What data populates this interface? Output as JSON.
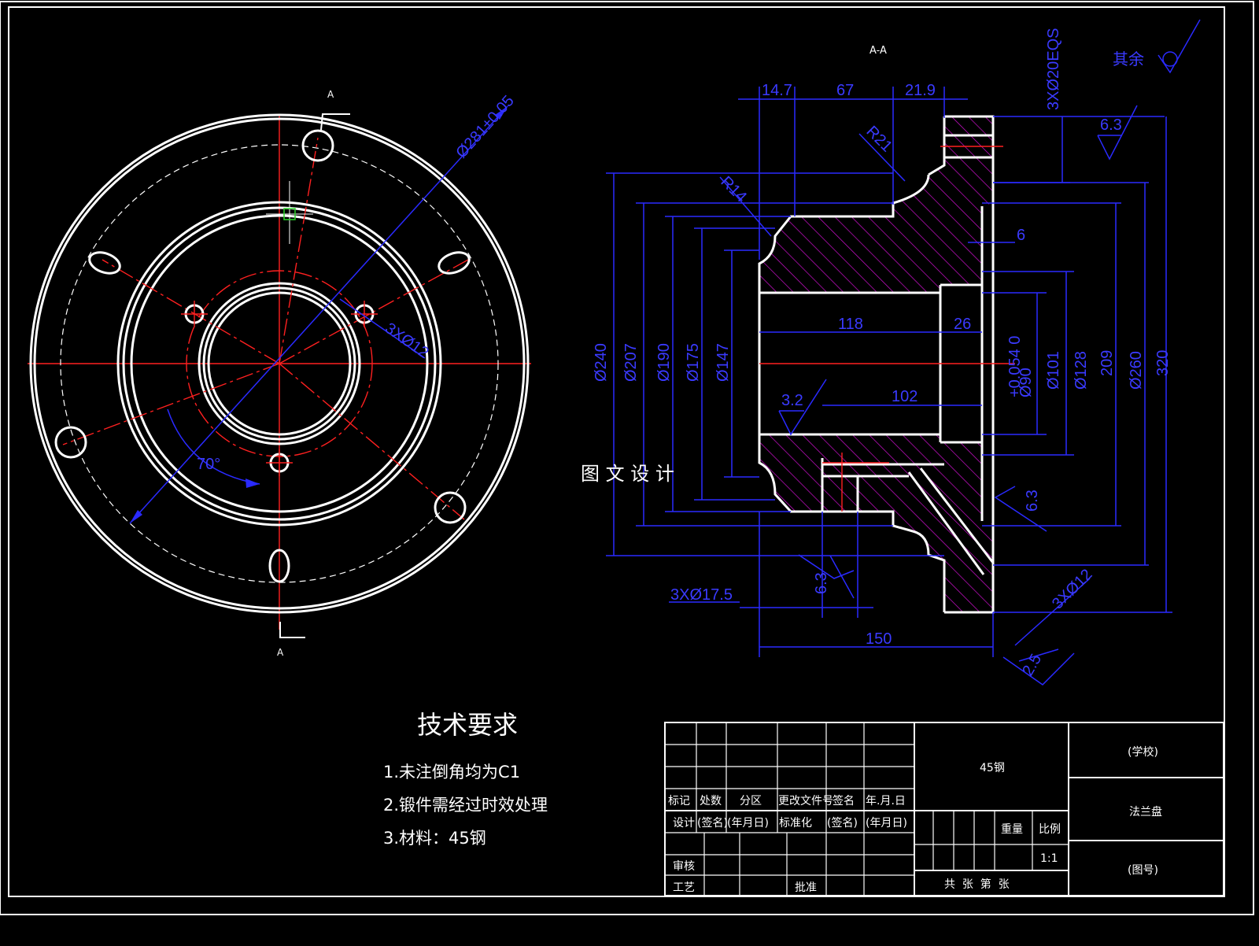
{
  "section_label": "A-A",
  "cut_marks": {
    "top": "A",
    "bottom": "A"
  },
  "surface_finish_rest": {
    "label": "其余"
  },
  "watermark": "图 文 设 计",
  "front_dims": {
    "bolt_circle": "Ø281±0.05",
    "small_holes": "3XØ12",
    "angle": "70°"
  },
  "section_dims": {
    "top": [
      "14.7",
      "67",
      "21.9"
    ],
    "r21": "R21",
    "r14": "R14",
    "holes_top": "3XØ20EQS",
    "finish_63a": "6.3",
    "six": "6",
    "d118": "118",
    "d26": "26",
    "finish_32": "3.2",
    "d102": "102",
    "d3x175": "3XØ17.5",
    "finish_63b": "6.3",
    "finish_63c": "6.3",
    "d3x12": "3XØ12",
    "d150": "150",
    "finish_25": "2.5",
    "left_diams": [
      "Ø240",
      "Ø207",
      "Ø190",
      "Ø175",
      "Ø147"
    ],
    "right_diams": [
      "Ø90",
      "Ø101",
      "Ø128",
      "209",
      "Ø260",
      "320"
    ],
    "tol": "+0.054 0"
  },
  "tech_req": {
    "title": "技术要求",
    "items": [
      "1.未注倒角均为C1",
      "2.锻件需经过时效处理",
      "3.材料：45钢"
    ]
  },
  "title_block": {
    "material": "45钢",
    "school": "(学校)",
    "part_name": "法兰盘",
    "drawing_no": "(图号)",
    "headers": [
      "标记",
      "处数",
      "分区",
      "更改文件号",
      "签名",
      "年.月.日"
    ],
    "row_design": [
      "设计",
      "(签名)",
      "(年月日)",
      "标准化",
      "(签名)",
      "(年月日)"
    ],
    "review": "审核",
    "process": "工艺",
    "approve": "批准",
    "weight": "重量",
    "scale": "比例",
    "scale_value": "1:1",
    "sheets": "共  张  第  张"
  }
}
